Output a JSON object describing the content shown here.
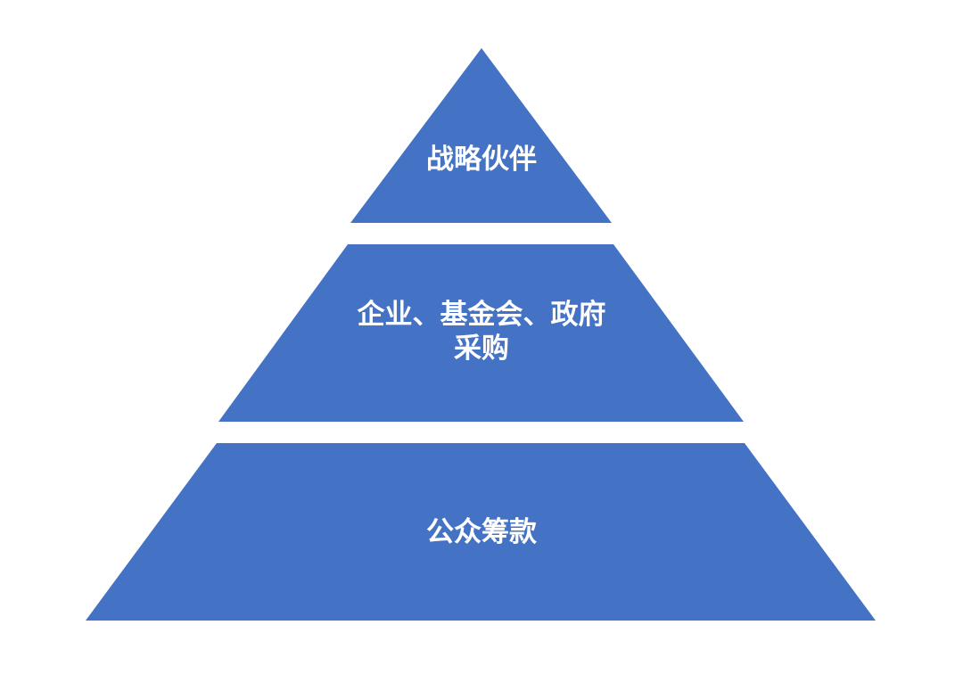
{
  "pyramid": {
    "fill_color": "#4472C4",
    "label_color": "#FFFFFF",
    "background": "#FFFFFF",
    "tiers": [
      {
        "level": "top",
        "lines": [
          "战略伙伴"
        ]
      },
      {
        "level": "middle",
        "lines": [
          "企业、基金会、政府",
          "采购"
        ]
      },
      {
        "level": "bottom",
        "lines": [
          "公众筹款"
        ]
      }
    ]
  }
}
